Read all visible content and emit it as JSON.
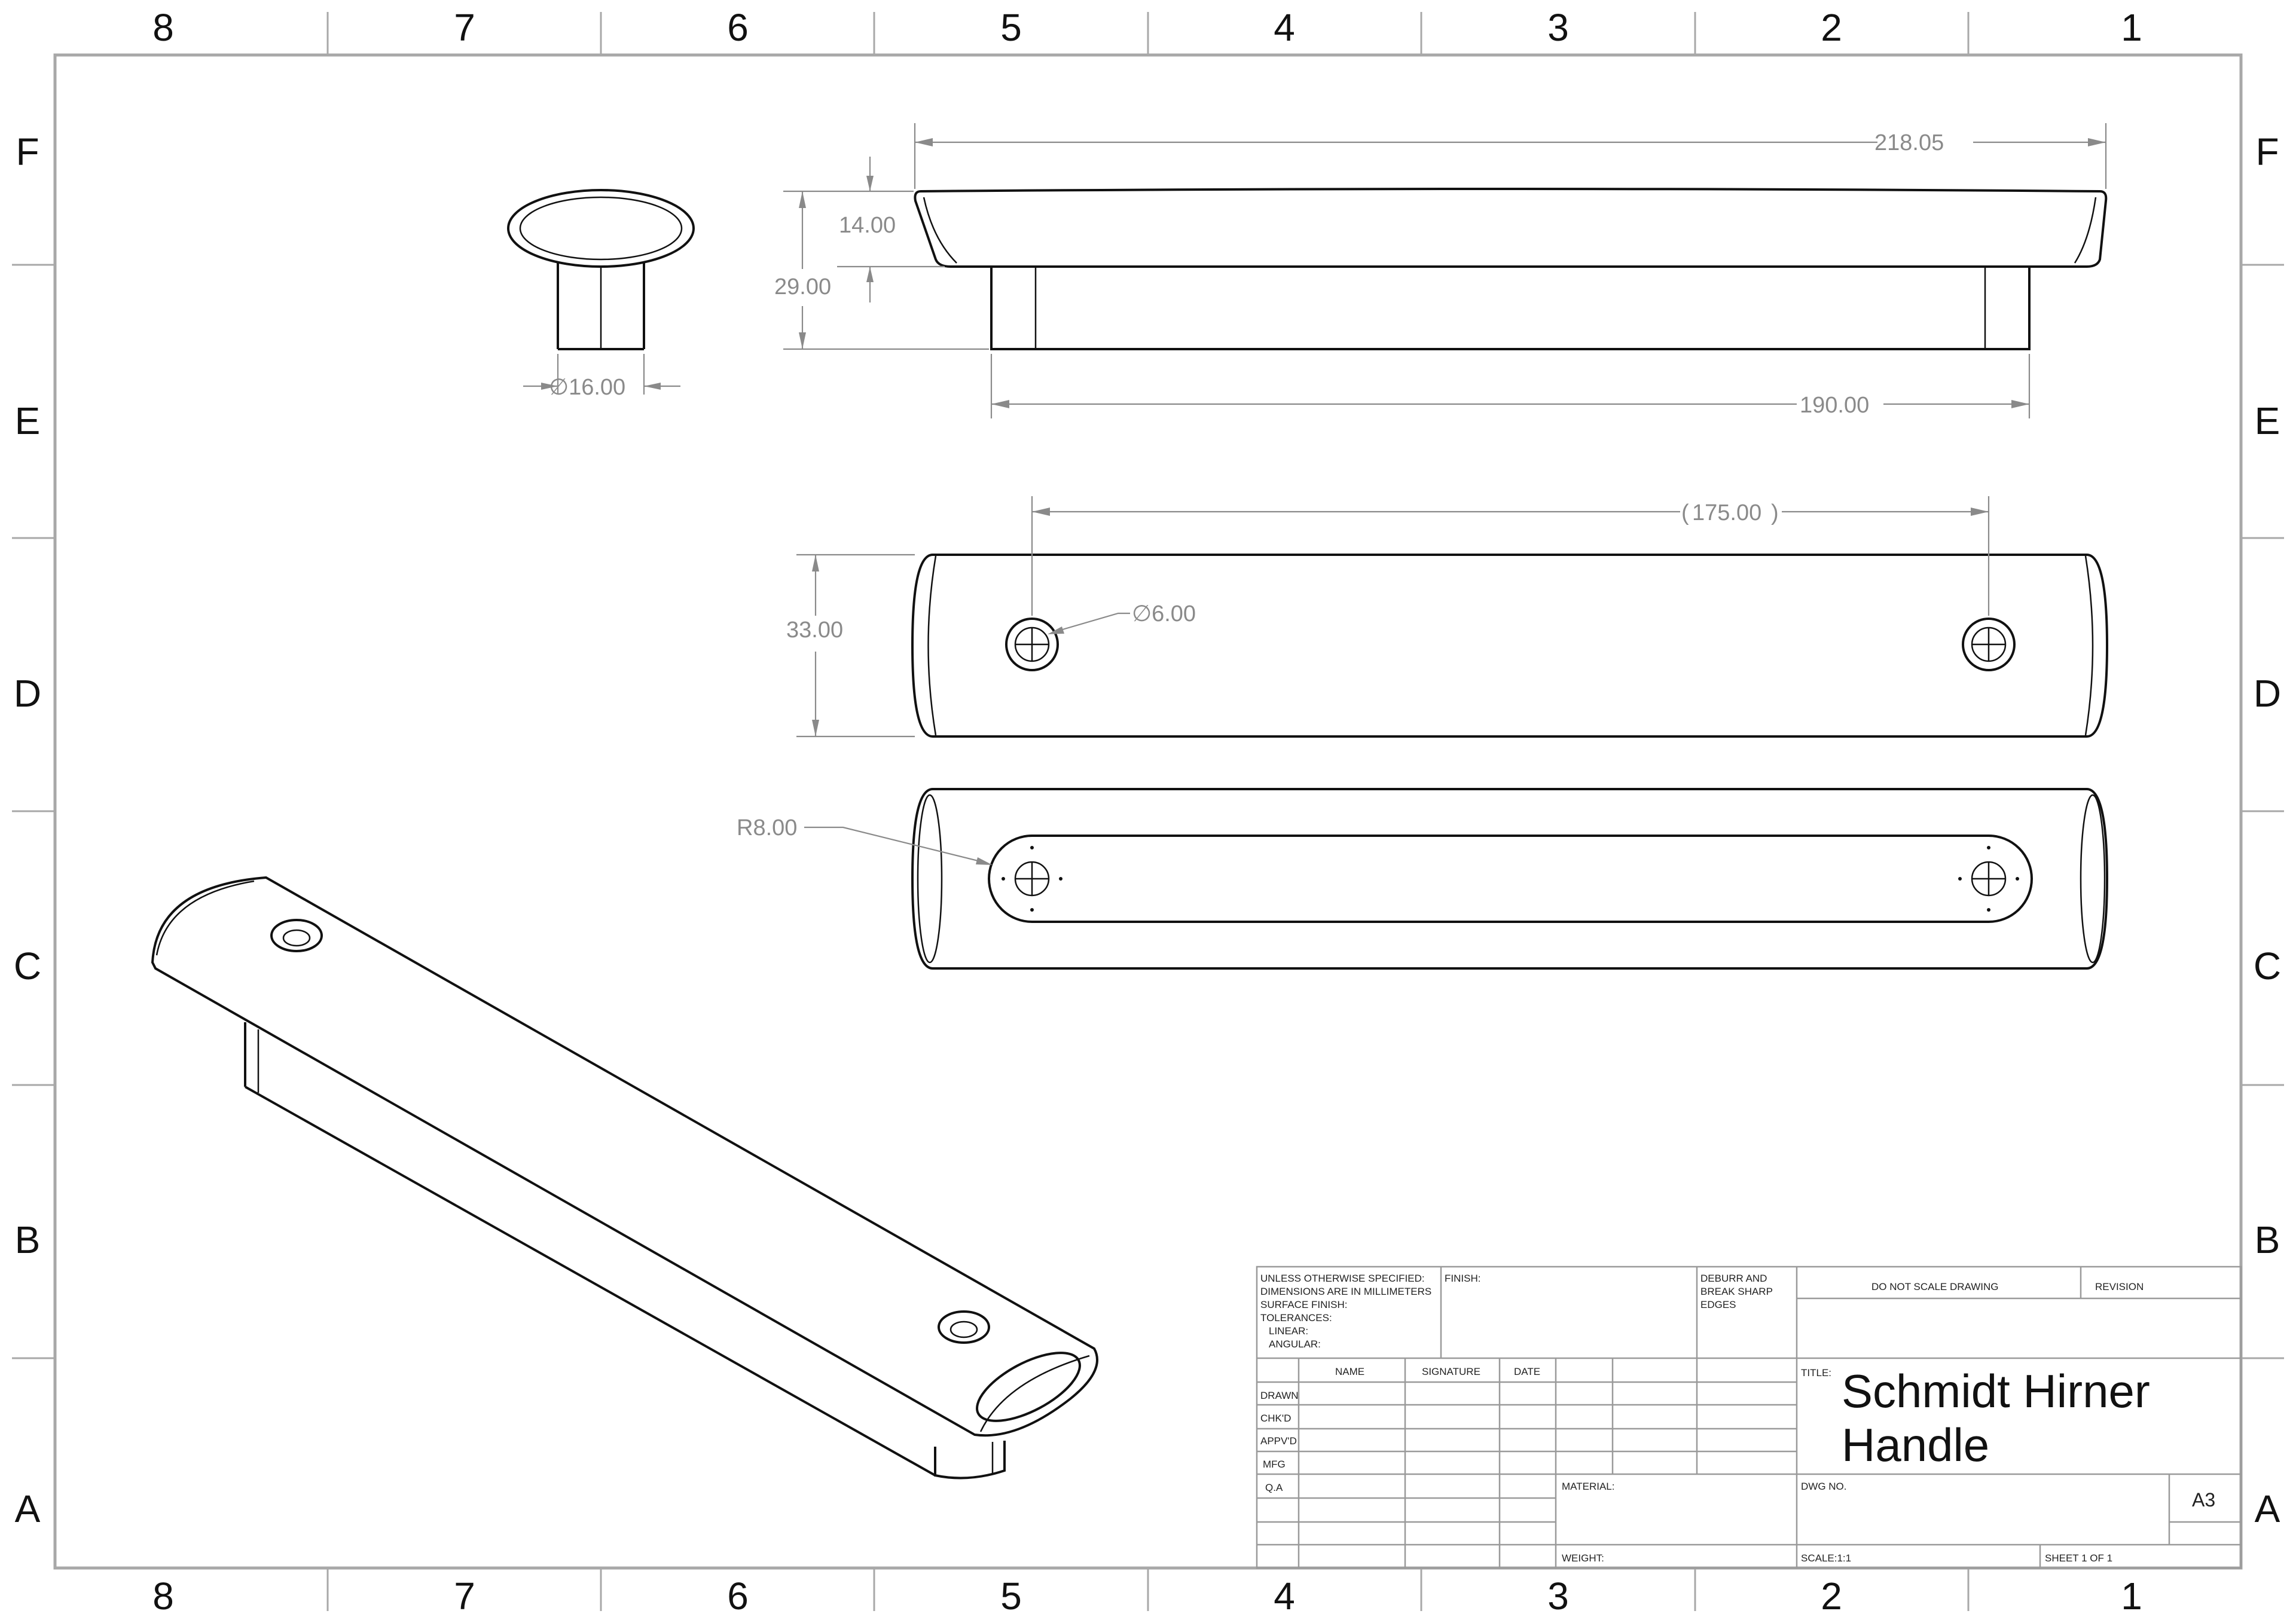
{
  "sheet": {
    "column_labels": [
      "8",
      "7",
      "6",
      "5",
      "4",
      "3",
      "2",
      "1"
    ],
    "row_labels": [
      "F",
      "E",
      "D",
      "C",
      "B",
      "A"
    ]
  },
  "dimensions": {
    "overall_length": "218.05",
    "top_thickness": "14.00",
    "total_height": "29.00",
    "post_diameter": "∅16.00",
    "post_span": "190.00",
    "hole_spacing": "175.00",
    "width": "33.00",
    "hole_diameter": "∅6.00",
    "slot_radius": "R8.00"
  },
  "title_block": {
    "notes_lines": [
      "UNLESS OTHERWISE SPECIFIED:",
      "DIMENSIONS ARE IN MILLIMETERS",
      "SURFACE FINISH:",
      "TOLERANCES:",
      "   LINEAR:",
      "   ANGULAR:"
    ],
    "finish_label": "FINISH:",
    "deburr_lines": [
      "DEBURR AND",
      "BREAK SHARP",
      "EDGES"
    ],
    "do_not_scale": "DO NOT SCALE DRAWING",
    "revision_label": "REVISION",
    "col_name": "NAME",
    "col_signature": "SIGNATURE",
    "col_date": "DATE",
    "row_labels": [
      "DRAWN",
      "CHK'D",
      "APPV'D",
      "MFG",
      "Q.A"
    ],
    "title_label": "TITLE:",
    "title_line1": "Schmidt Hirner",
    "title_line2": "Handle",
    "material_label": "MATERIAL:",
    "dwg_no_label": "DWG NO.",
    "sheet_size": "A3",
    "weight_label": "WEIGHT:",
    "scale_label": "SCALE:1:1",
    "sheet_label": "SHEET 1 OF 1"
  }
}
